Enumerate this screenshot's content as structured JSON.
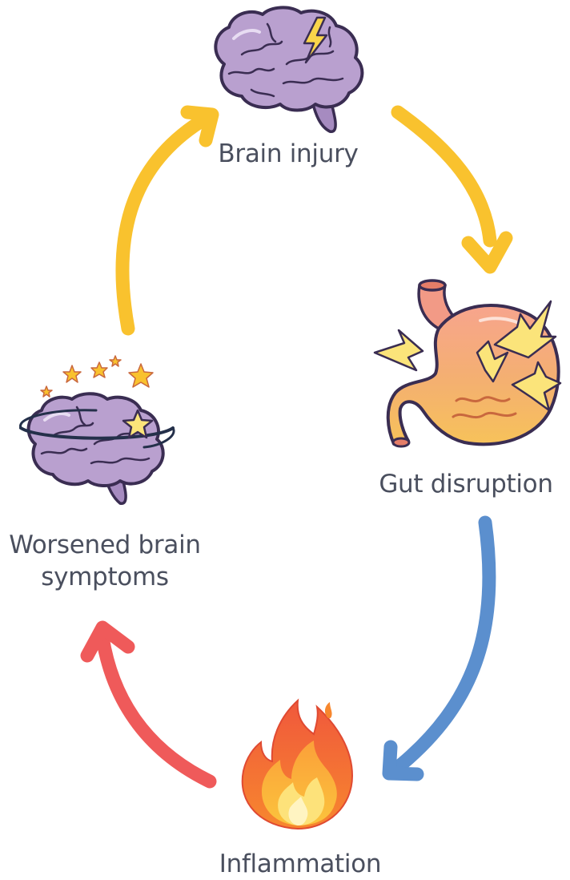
{
  "nodes": {
    "brain_injury": {
      "label": "Brain injury",
      "icon": "brain-lightning-icon"
    },
    "gut_disruption": {
      "label": "Gut disruption",
      "icon": "stomach-sparks-icon"
    },
    "inflammation": {
      "label": "Inflammation",
      "icon": "fire-icon"
    },
    "worsened_symptoms": {
      "label_line1": "Worsened brain",
      "label_line2": "symptoms",
      "icon": "dizzy-brain-icon"
    }
  },
  "colors": {
    "arrow_yellow": "#f9c22e",
    "arrow_blue": "#5b8fce",
    "arrow_red": "#ef5a5a",
    "text": "#4a4f5e",
    "brain_fill": "#b9a0cf",
    "brain_outline": "#3a2d52"
  }
}
